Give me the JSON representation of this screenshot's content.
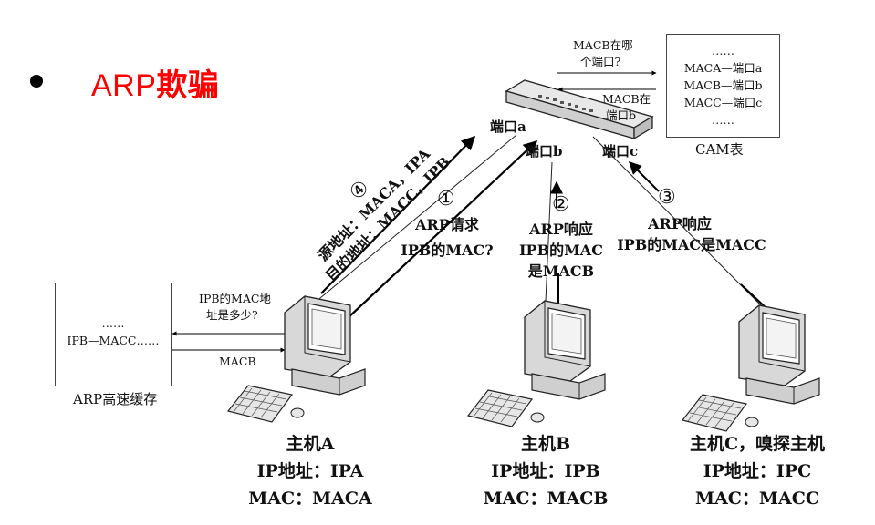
{
  "title": {
    "prefix": "ARP",
    "bold": "欺骗"
  },
  "cam_table": {
    "rows": [
      "……",
      "MACA—端口a",
      "MACB—端口b",
      "MACC—端口c",
      "……"
    ],
    "caption": "CAM表"
  },
  "switch_ports": {
    "a": "端口a",
    "b": "端口b",
    "c": "端口c"
  },
  "switch_cam_labels": {
    "query_line1": "MACB在哪",
    "query_line2": "个端口?",
    "reply_line1": "MACB在",
    "reply_line2": "端口b"
  },
  "arp_cache": {
    "rows": [
      "……",
      "IPB—MACC……"
    ],
    "caption": "ARP高速缓存",
    "query_line1": "IPB的MAC地",
    "query_line2": "址是多少?",
    "reply": "MACB"
  },
  "steps": {
    "step1": {
      "number": "①",
      "line1": "ARP请求",
      "line2": "IPB的MAC?"
    },
    "step2": {
      "number": "②",
      "line1": "ARP响应",
      "line2": "IPB的MAC",
      "line3": "是MACB"
    },
    "step3": {
      "number": "③",
      "line1": "ARP响应",
      "line2": "IPB的MAC是MACC"
    },
    "step4": {
      "number": "④",
      "line1": "源地址：MACA，IPA",
      "line2": "目的地址：MACC，IPB"
    }
  },
  "hosts": [
    {
      "name": "主机A",
      "ip": "IP地址：IPA",
      "mac": "MAC：MACA"
    },
    {
      "name": "主机B",
      "ip": "IP地址：IPB",
      "mac": "MAC：MACB"
    },
    {
      "name": "主机C，嗅探主机",
      "ip": "IP地址：IPC",
      "mac": "MAC：MACC"
    }
  ]
}
